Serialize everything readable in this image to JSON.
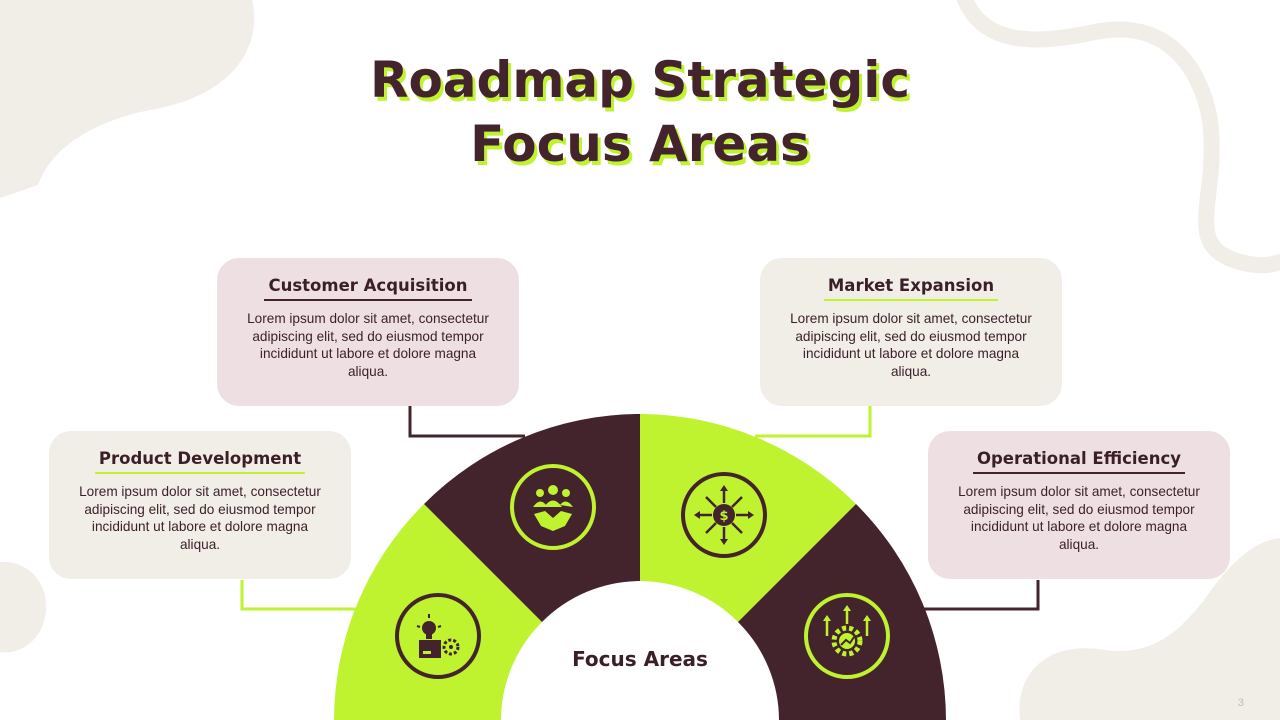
{
  "slide": {
    "title_line1": "Roadmap Strategic",
    "title_line2": "Focus Areas",
    "page_number": "3"
  },
  "colors": {
    "dark": "#43242c",
    "lime": "#bff22f",
    "beige": "#f1eee8",
    "pink": "#eee0e2"
  },
  "diagram": {
    "center_label": "Focus Areas",
    "segments": [
      {
        "name": "Product Development",
        "color": "lime",
        "icon": "product-box-lightbulb-gear-icon"
      },
      {
        "name": "Customer Acquisition",
        "color": "dark",
        "icon": "team-handshake-icon"
      },
      {
        "name": "Market Expansion",
        "color": "lime",
        "icon": "dollar-arrows-outward-icon"
      },
      {
        "name": "Operational Efficiency",
        "color": "dark",
        "icon": "gear-growth-chart-icon"
      }
    ]
  },
  "cards": {
    "product_development": {
      "title": "Product Development",
      "body": "Lorem ipsum dolor sit amet, consectetur adipiscing elit, sed do eiusmod tempor incididunt ut labore et dolore magna aliqua."
    },
    "customer_acquisition": {
      "title": "Customer Acquisition",
      "body": "Lorem ipsum dolor sit amet, consectetur adipiscing elit, sed do eiusmod tempor incididunt ut labore et dolore magna aliqua."
    },
    "market_expansion": {
      "title": "Market Expansion",
      "body": "Lorem ipsum dolor sit amet, consectetur adipiscing elit, sed do eiusmod tempor incididunt ut labore et dolore magna aliqua."
    },
    "operational_efficiency": {
      "title": "Operational Efficiency",
      "body": "Lorem ipsum dolor sit amet, consectetur adipiscing elit, sed do eiusmod tempor incididunt ut labore et dolore magna aliqua."
    }
  }
}
